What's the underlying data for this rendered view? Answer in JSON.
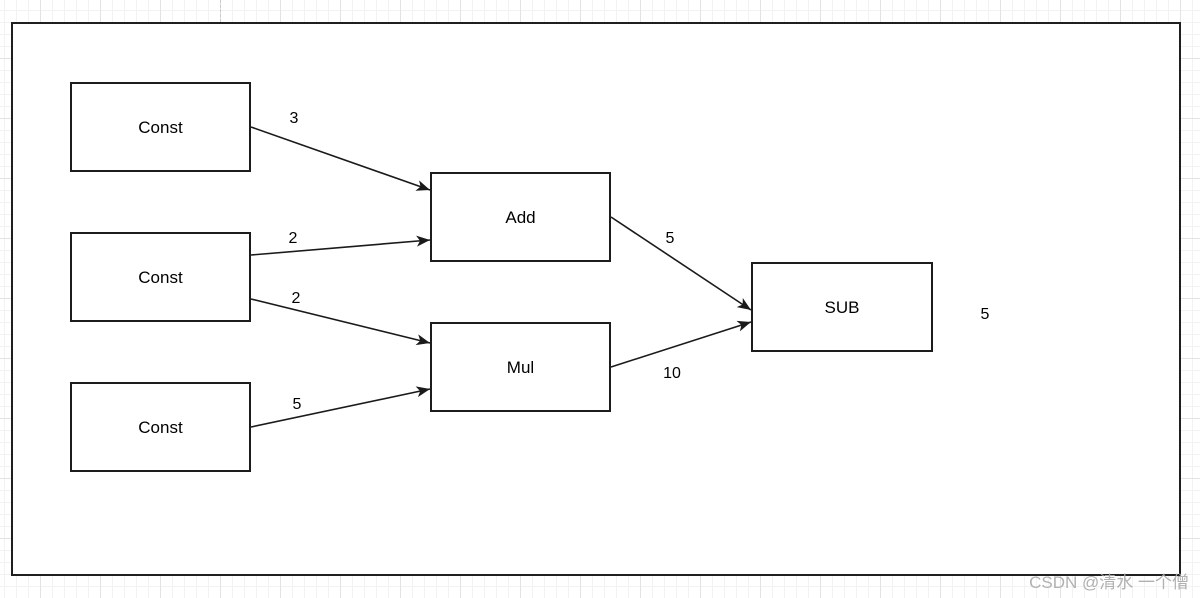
{
  "diagram": {
    "nodes": [
      {
        "id": "const1",
        "label": "Const"
      },
      {
        "id": "const2",
        "label": "Const"
      },
      {
        "id": "const3",
        "label": "Const"
      },
      {
        "id": "add",
        "label": "Add"
      },
      {
        "id": "mul",
        "label": "Mul"
      },
      {
        "id": "sub",
        "label": "SUB"
      }
    ],
    "edge_labels": {
      "const1_to_add": "3",
      "const2_to_add": "2",
      "const2_to_mul": "2",
      "const3_to_mul": "5",
      "add_to_sub": "5",
      "mul_to_sub": "10"
    },
    "result_label": "5"
  },
  "watermark": "CSDN @清水 一个僧",
  "colors": {
    "stroke": "#1a1a1a",
    "grid_minor": "#f2f2f2",
    "grid_major": "#e3e3e3",
    "watermark_gray": "#a9a9a9"
  }
}
